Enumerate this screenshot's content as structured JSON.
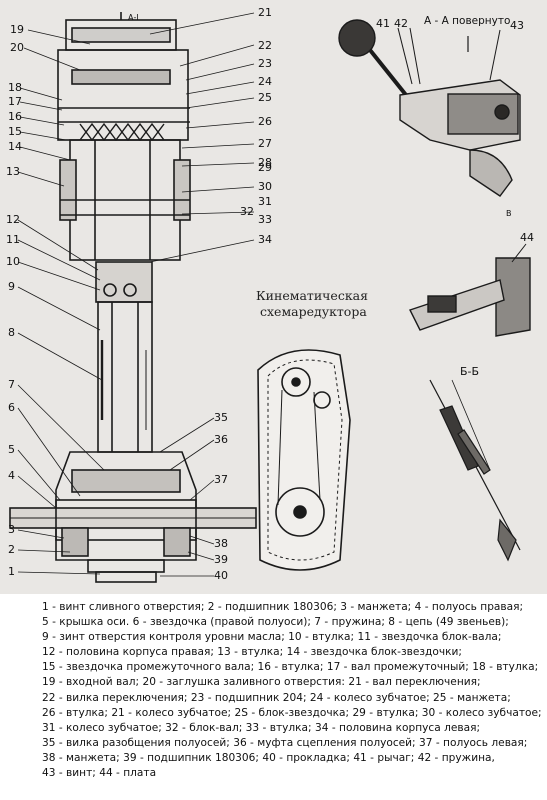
{
  "callouts": {
    "n1": "1",
    "n2": "2",
    "n3": "3",
    "n4": "4",
    "n5": "5",
    "n6": "6",
    "n7": "7",
    "n8": "8",
    "n9": "9",
    "n10": "10",
    "n11": "11",
    "n12": "12",
    "n13": "13",
    "n14": "14",
    "n15": "15",
    "n16": "16",
    "n17": "17",
    "n18": "18",
    "n19": "19",
    "n20": "20",
    "n21": "21",
    "n22": "22",
    "n23": "23",
    "n24": "24",
    "n25": "25",
    "n26": "26",
    "n27": "27",
    "n28": "28",
    "n29": "29",
    "n30": "30",
    "n31": "31",
    "n32": "32",
    "n33": "33",
    "n34": "34",
    "n35": "35",
    "n36": "36",
    "n37": "37",
    "n38": "38",
    "n39": "39",
    "n40": "40",
    "n41": "41",
    "n42": "42",
    "n43": "43",
    "n44": "44"
  },
  "section_marks": {
    "a_top": "А-I",
    "aa_view": "А - А повернуто",
    "b_mark": "В",
    "bb_view": "Б-Б"
  },
  "schema_caption": {
    "line1": "Кинематическая",
    "line2": "схемаредуктора"
  },
  "legend": {
    "lines": [
      "1 - винт сливного отверстия; 2 - подшипник 180306; 3 - манжета; 4 - полуось правая;",
      "5 - крышка оси. 6 - звездочка (правой полуоси); 7 - пружина; 8 - цепь (49 звеньев);",
      "9 - зинт отверстия контроля уровни масла; 10 - втулка; 11 - звездочка блок-вала;",
      "12 - половина корпуса правая; 13 - втулка; 14 - звездочка блок-звездочки;",
      "15 - звездочка промежуточного вала; 16 - втулка; 17 - вал промежуточный; 18 - втулка;",
      "19 - входной вал; 20 - заглушка заливного отверстия: 21 - вал переключения;",
      "22 - вилка переключения; 23 - подшипник 204; 24 - колесо зубчатое; 25 - манжета;",
      "26 - втулка; 21 - колесо зубчатое; 2S - блок-звездочка; 29 - втулка; 30 - колесо зубчатое;",
      "31 - колесо зубчатое; 32 - блок-вал; 33 - втулка; 34 - половина корпуса левая;",
      "35 - вилка разобщения полуосей; 36 - муфта сцепления полуосей; 37 - полуось левая;",
      "38 - манжета; 39 - подшипник 180306; 40 - прокладка; 41 - рычаг; 42 - пружина,",
      "43 - винт; 44 - плата"
    ]
  }
}
